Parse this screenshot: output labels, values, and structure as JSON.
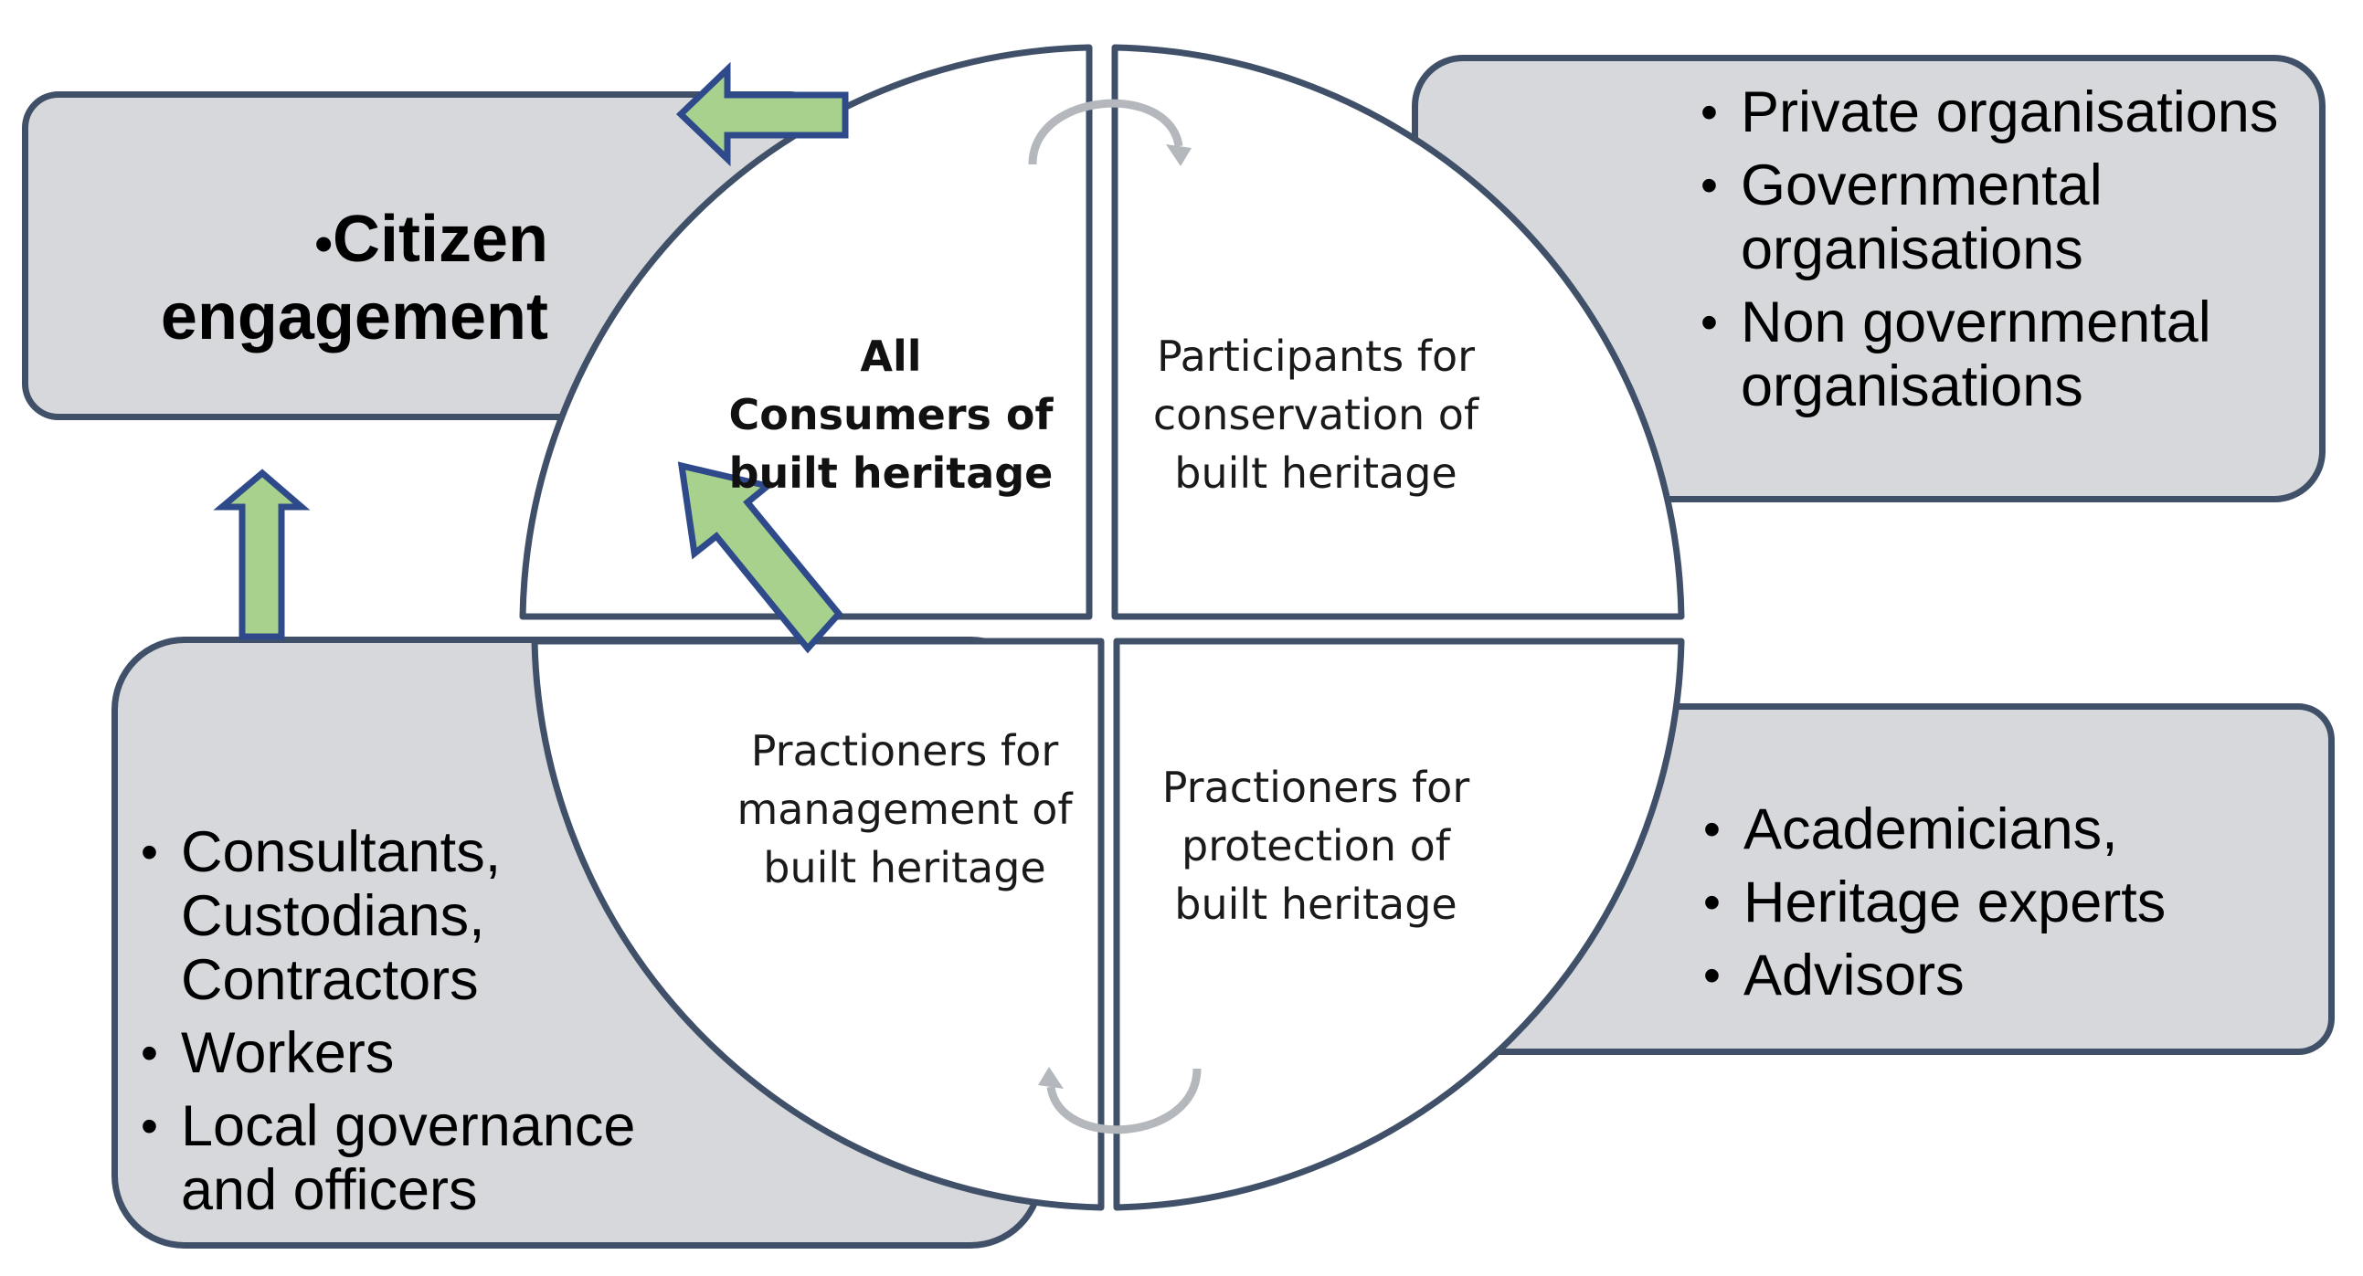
{
  "citizen_box": {
    "bullet": "Citizen",
    "line2": "engagement"
  },
  "quadrants": {
    "top_left": "All Consumers of built heritage",
    "top_right": "Participants for conservation of built heritage",
    "bottom_left": "Practioners for management of built heritage",
    "bottom_right": "Practioners for protection of built heritage"
  },
  "top_right_box": {
    "items": [
      "Private organisations",
      "Governmental organisations",
      "Non governmental organisations"
    ]
  },
  "bottom_left_box": {
    "items": [
      "Consultants, Custodians, Contractors",
      "Workers",
      "Local governance and officers"
    ]
  },
  "bottom_right_box": {
    "items": [
      "Academicians,",
      "Heritage experts",
      "Advisors"
    ]
  },
  "colors": {
    "box_fill": "#d6d8db",
    "outline": "#3f5068",
    "arrow_fill": "#a9d18e",
    "arrow_outline": "#2f4a8a",
    "cycle_arrow": "#b4b8bd"
  }
}
